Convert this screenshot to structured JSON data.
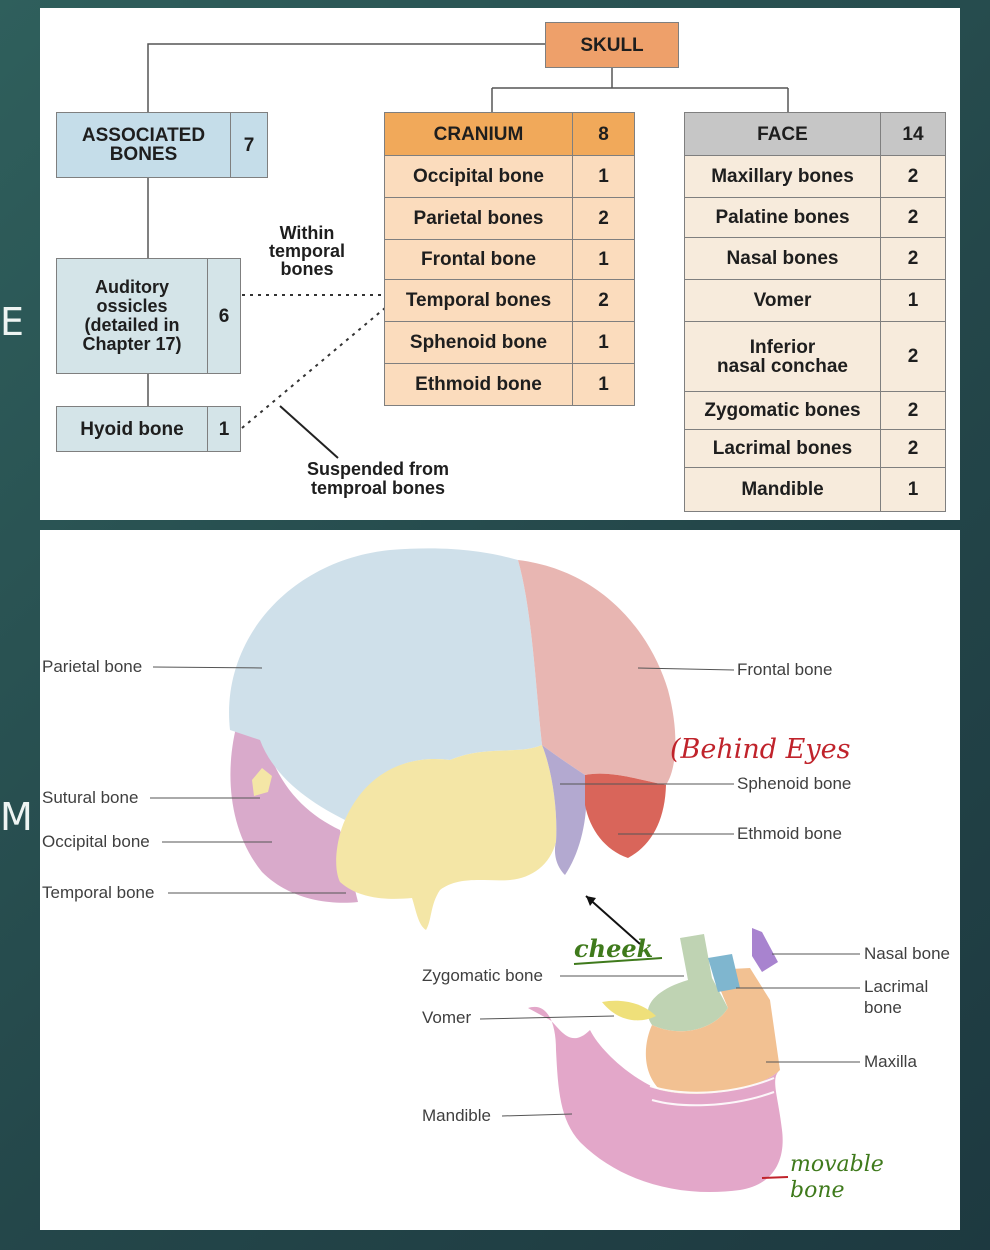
{
  "slide_edge": {
    "letter_e": "E",
    "letter_m": "M"
  },
  "classification": {
    "skull": "SKULL",
    "associated": {
      "label": "ASSOCIATED\nBONES",
      "count": "7"
    },
    "auditory": {
      "label": "Auditory\nossicles\n(detailed in\nChapter 17)",
      "count": "6"
    },
    "hyoid": {
      "label": "Hyoid bone",
      "count": "1"
    },
    "within_note": "Within\ntemporal\nbones",
    "suspended_note": "Suspended from\ntemproal bones",
    "cranium": {
      "label": "CRANIUM",
      "count": "8",
      "rows": [
        {
          "name": "Occipital bone",
          "count": "1"
        },
        {
          "name": "Parietal bones",
          "count": "2"
        },
        {
          "name": "Frontal bone",
          "count": "1"
        },
        {
          "name": "Temporal bones",
          "count": "2"
        },
        {
          "name": "Sphenoid bone",
          "count": "1"
        },
        {
          "name": "Ethmoid bone",
          "count": "1"
        }
      ]
    },
    "face": {
      "label": "FACE",
      "count": "14",
      "rows": [
        {
          "name": "Maxillary bones",
          "count": "2"
        },
        {
          "name": "Palatine bones",
          "count": "2"
        },
        {
          "name": "Nasal bones",
          "count": "2"
        },
        {
          "name": "Vomer",
          "count": "1"
        },
        {
          "name": "Inferior\nnasal conchae",
          "count": "2"
        },
        {
          "name": "Zygomatic bones",
          "count": "2"
        },
        {
          "name": "Lacrimal bones",
          "count": "2"
        },
        {
          "name": "Mandible",
          "count": "1"
        }
      ]
    }
  },
  "illustration": {
    "labels": {
      "parietal": "Parietal bone",
      "sutural": "Sutural bone",
      "occipital": "Occipital bone",
      "temporal": "Temporal bone",
      "frontal": "Frontal bone",
      "sphenoid": "Sphenoid bone",
      "ethmoid": "Ethmoid bone",
      "zygomatic": "Zygomatic bone",
      "vomer": "Vomer",
      "mandible": "Mandible",
      "nasal": "Nasal bone",
      "lacrimal": "Lacrimal\nbone",
      "maxilla": "Maxilla"
    },
    "handwritten": {
      "behind_eyes": "(Behind Eyes",
      "cheek": "cheek",
      "movable": "movable\nbone"
    }
  },
  "colors": {
    "parietal": "#cfe0ea",
    "frontal": "#e8b6b2",
    "temporal": "#f4e6a6",
    "occipital": "#d9aacb",
    "sphenoid": "#b3a9d0",
    "ethmoid": "#d9655a",
    "zygomatic": "#bfd3b3",
    "maxilla": "#f2c192",
    "mandible": "#e3a7c9",
    "nasal": "#a883cf",
    "lacrimal": "#7fb6cf",
    "vomer": "#efe07a",
    "hand_red": "#c0232b",
    "hand_green": "#3f7a1c"
  }
}
